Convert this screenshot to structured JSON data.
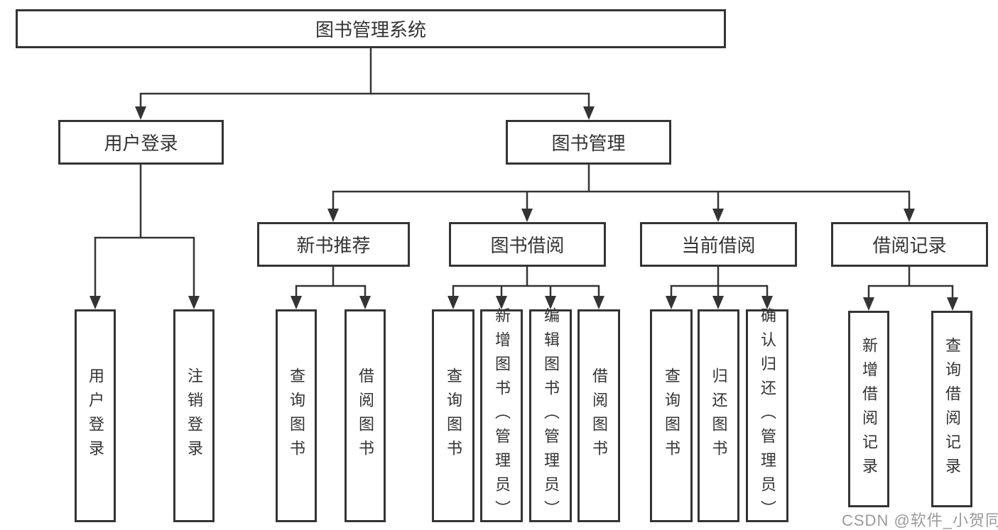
{
  "diagram": {
    "root": {
      "label": "图书管理系统"
    },
    "level2": [
      {
        "label": "用户登录"
      },
      {
        "label": "图书管理"
      }
    ],
    "level3": [
      {
        "label": "新书推荐"
      },
      {
        "label": "图书借阅"
      },
      {
        "label": "当前借阅"
      },
      {
        "label": "借阅记录"
      }
    ],
    "leaves": {
      "user_login": [
        "用户登录",
        "注销登录"
      ],
      "new_book_recommend": [
        "查询图书",
        "借阅图书"
      ],
      "book_borrow": [
        "查询图书",
        "新增图书（管理员）",
        "编辑图书（管理员）",
        "借阅图书"
      ],
      "current_borrow": [
        "查询图书",
        "归还图书",
        "确认归还（管理员）"
      ],
      "borrow_records": [
        "新增借阅记录",
        "查询借阅记录"
      ]
    }
  },
  "watermark": {
    "text": "CSDN @软件_小贺同学"
  },
  "colors": {
    "line": "#343434",
    "box_border": "#343434",
    "text": "#333333",
    "watermark": "#9a9a9a",
    "background": "#ffffff"
  }
}
